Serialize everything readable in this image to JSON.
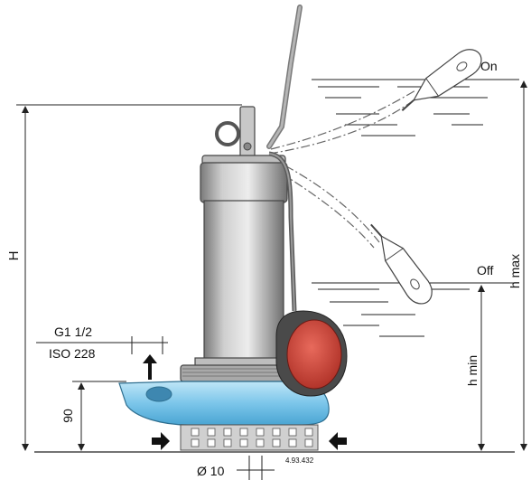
{
  "labels": {
    "on": "On",
    "off": "Off",
    "h_total": "H",
    "h_max": "h max",
    "h_min": "h min",
    "thread": "G1 1/2",
    "standard": "ISO 228",
    "outlet_height": "90",
    "strainer_hole": "Ø 10",
    "drawing_code": "4.93.432"
  },
  "colors": {
    "motor_body": "#a9a9a9",
    "pump_casing": "#7cc6ea",
    "float": "#d2473b",
    "strainer": "#c9c9c9",
    "cable": "#8f8f8f"
  }
}
